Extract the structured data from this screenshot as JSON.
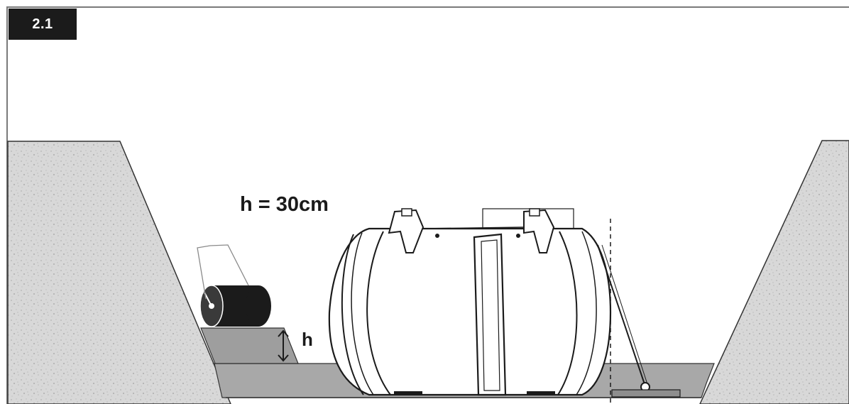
{
  "step": {
    "number": "2.1"
  },
  "annotations": {
    "formula": "h = 30cm",
    "height_label": "h"
  },
  "colors": {
    "soil": "#d6d6d6",
    "soil_speckle": "#b9b9b9",
    "layer": "#9e9e9e",
    "outline": "#1b1b1b",
    "tank": "#ffffff",
    "roller": "#1b1b1b"
  }
}
